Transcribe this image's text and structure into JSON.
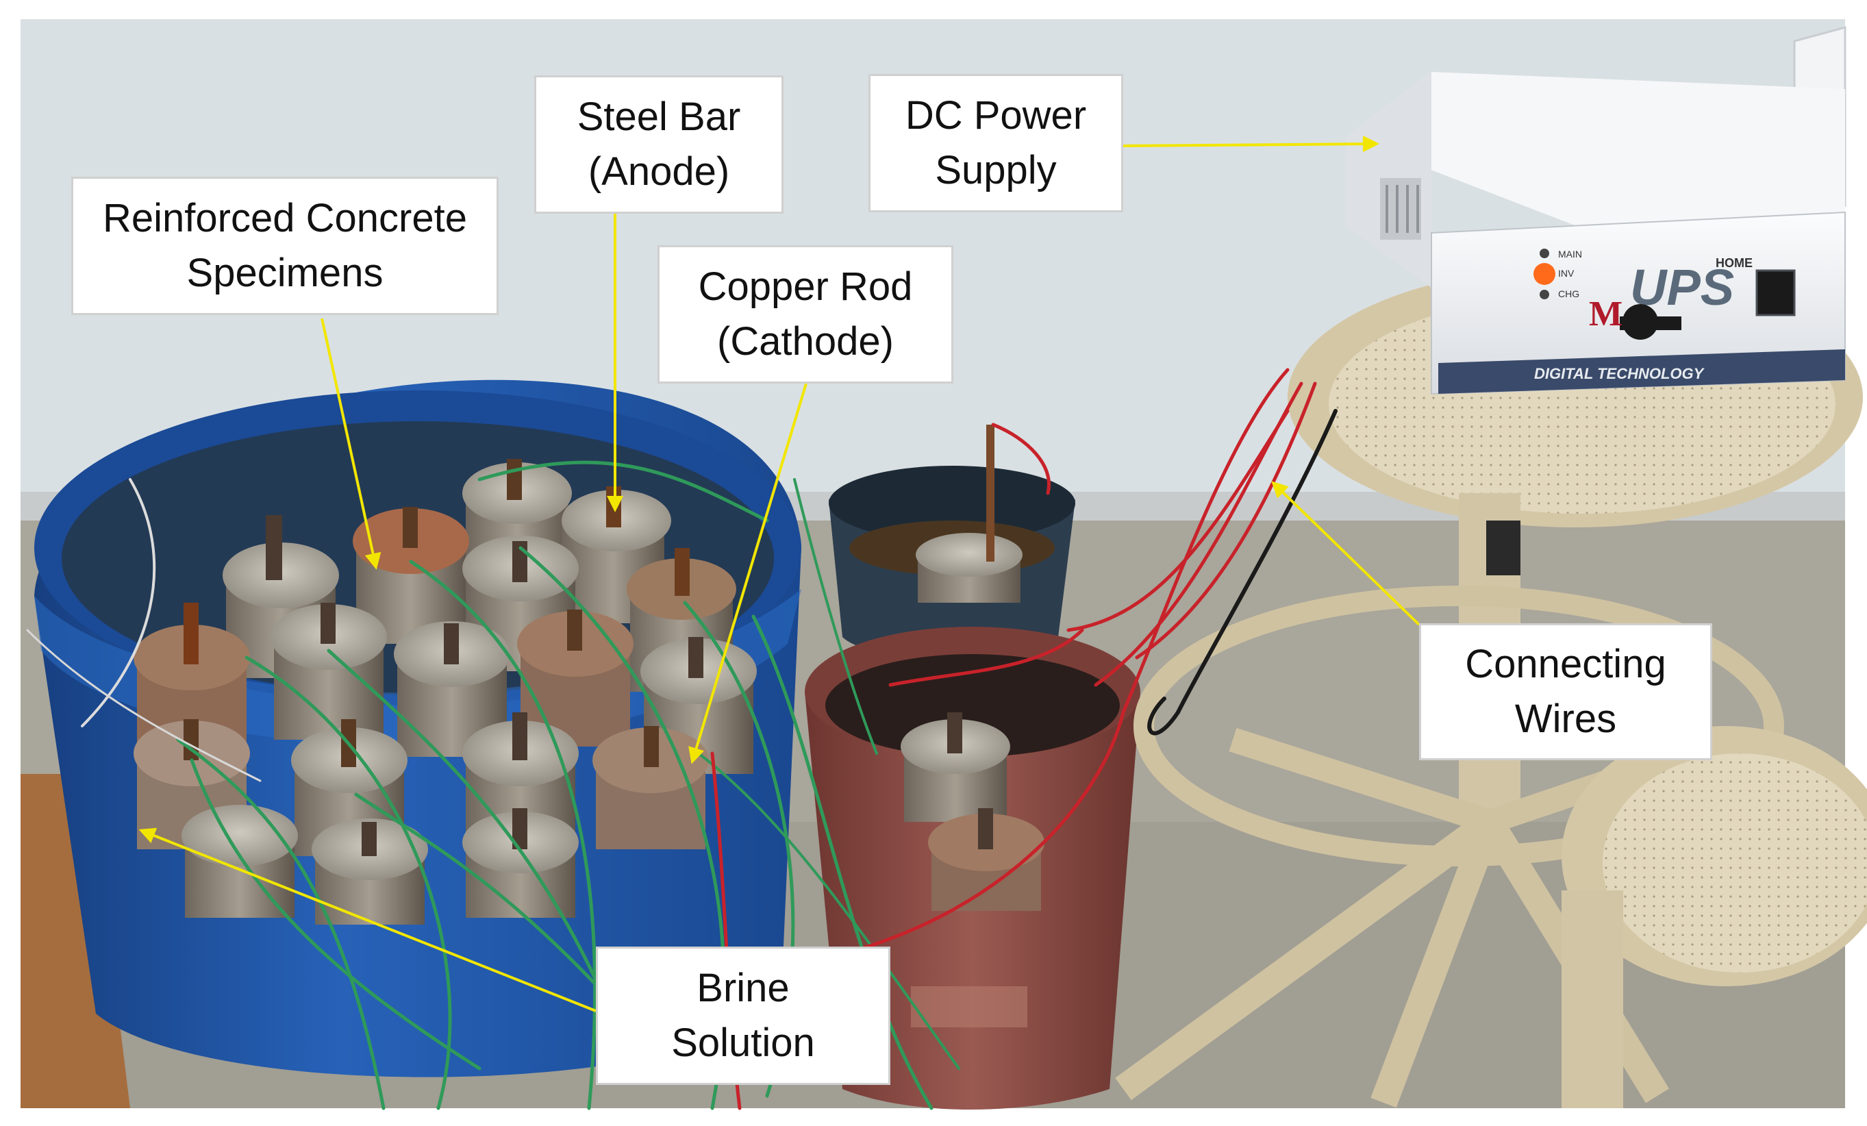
{
  "figure": {
    "labels": {
      "reinforced_concrete": [
        "Reinforced Concrete",
        "Specimens"
      ],
      "steel_bar": [
        "Steel Bar",
        "(Anode)"
      ],
      "copper_rod": [
        "Copper Rod",
        "(Cathode)"
      ],
      "dc_power": [
        "DC Power",
        "Supply"
      ],
      "connecting_wires": [
        "Connecting",
        "Wires"
      ],
      "brine_solution": [
        "Brine",
        "Solution"
      ]
    },
    "device_text": {
      "brand": "UPS",
      "home": "HOME",
      "footer": "DIGITAL TECHNOLOGY",
      "leds": [
        "MAIN",
        "INV",
        "CHG"
      ]
    },
    "colors": {
      "arrow": "#f2e600",
      "wall": "#dde3e6",
      "floor": "#a8a498",
      "blue_drum": "#1f56a8",
      "red_bucket": "#8a4a43",
      "dark_bucket": "#2a3a4a",
      "stool": "#d8ccae",
      "power_box": "#eef0f2",
      "wire_green": "#2f9a5a",
      "wire_red": "#c8222a"
    }
  }
}
